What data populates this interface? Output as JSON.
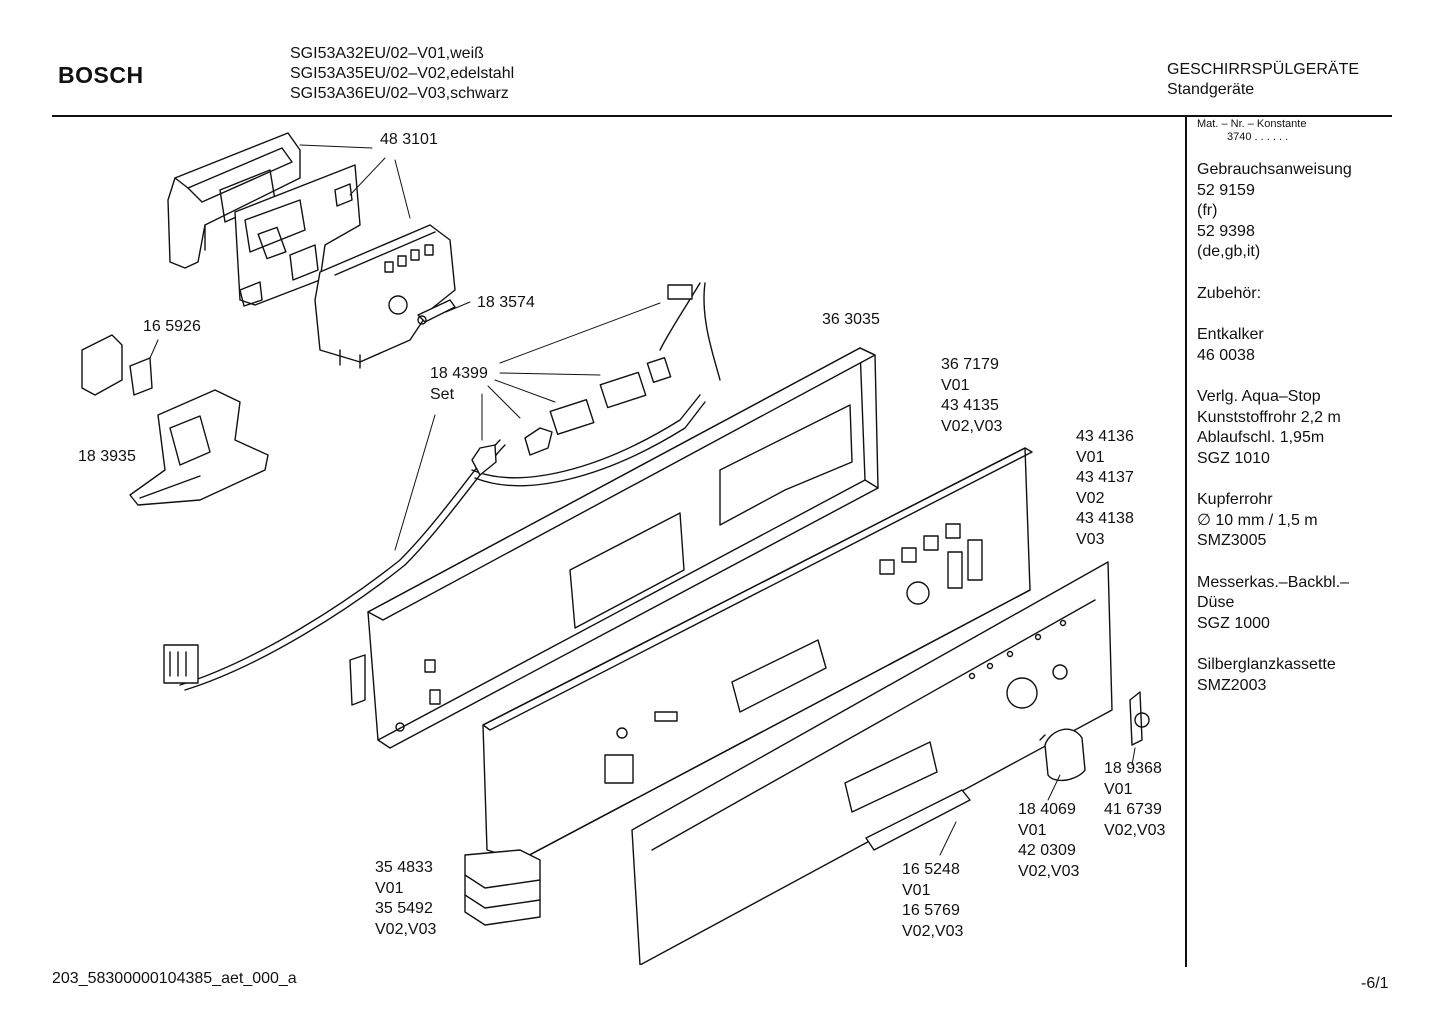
{
  "header": {
    "brand": "BOSCH",
    "models": [
      "SGI53A32EU/02–V01,weiß",
      "SGI53A35EU/02–V02,edelstahl",
      "SGI53A36EU/02–V03,schwarz"
    ],
    "category": "GESCHIRRSPÜLGERÄTE",
    "subcategory": "Standgeräte"
  },
  "sidebar": {
    "mat_label": "Mat. – Nr. – Konstante",
    "mat_value": "3740  .  .  .  .  .  .",
    "groups": [
      {
        "lines": [
          "Gebrauchsanweisung",
          "52 9159",
          "(fr)",
          "52 9398",
          "(de,gb,it)"
        ]
      },
      {
        "lines": [
          "Zubehör:"
        ]
      },
      {
        "lines": [
          "Entkalker",
          "46 0038"
        ]
      },
      {
        "lines": [
          "Verlg. Aqua–Stop",
          "Kunststoffrohr 2,2 m",
          "Ablaufschl. 1,95m",
          "SGZ 1010"
        ]
      },
      {
        "lines": [
          "Kupferrohr",
          "∅ 10 mm / 1,5 m",
          "SMZ3005"
        ]
      },
      {
        "lines": [
          "Messerkas.–Backbl.–",
          "Düse",
          "SGZ 1000"
        ]
      },
      {
        "lines": [
          "Silberglanzkassette",
          "SMZ2003"
        ]
      }
    ]
  },
  "parts": [
    {
      "lines": [
        "48 3101"
      ]
    },
    {
      "lines": [
        "18 3574"
      ]
    },
    {
      "lines": [
        "16 5926"
      ]
    },
    {
      "lines": [
        "36 3035"
      ]
    },
    {
      "lines": [
        "18 4399",
        "Set"
      ]
    },
    {
      "lines": [
        "36 7179",
        "V01",
        "43 4135",
        "V02,V03"
      ]
    },
    {
      "lines": [
        "18 3935"
      ]
    },
    {
      "lines": [
        "43 4136",
        "V01",
        "43 4137",
        "V02",
        "43 4138",
        "V03"
      ]
    },
    {
      "lines": [
        "18 9368",
        "V01",
        "41 6739",
        "V02,V03"
      ]
    },
    {
      "lines": [
        "18 4069",
        "V01",
        "42 0309",
        "V02,V03"
      ]
    },
    {
      "lines": [
        "35 4833",
        "V01",
        "35 5492",
        "V02,V03"
      ]
    },
    {
      "lines": [
        "16 5248",
        "V01",
        "16 5769",
        "V02,V03"
      ]
    }
  ],
  "footer": {
    "code": "203_58300000104385_aet_000_a",
    "page": "-6/1"
  }
}
